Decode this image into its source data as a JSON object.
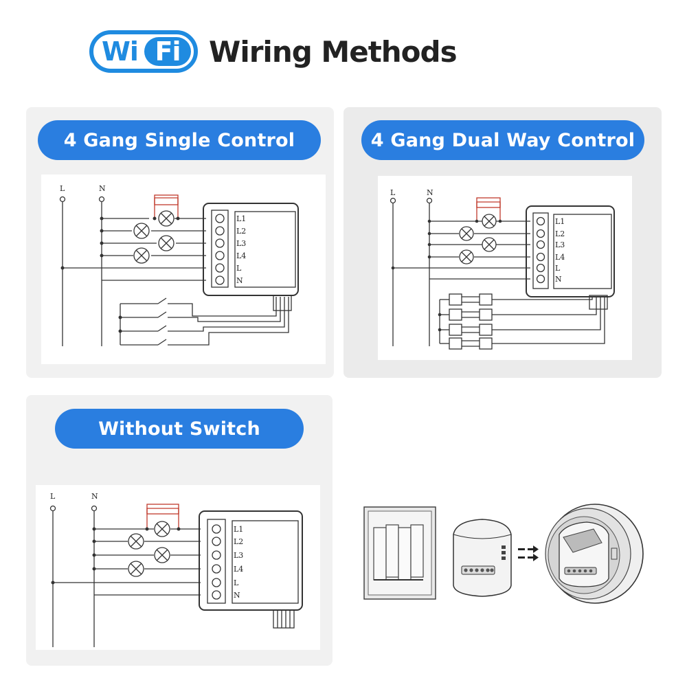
{
  "header": {
    "logo_left": "Wi",
    "logo_right": "Fi",
    "title": "Wiring Methods"
  },
  "colors": {
    "brand_blue": "#2a7ee0",
    "logo_blue": "#1f8be0",
    "panel_gray": "#f1f1f1",
    "relay_red": "#c0392b"
  },
  "sections": [
    {
      "id": "single",
      "label": "4 Gang Single Control"
    },
    {
      "id": "dual",
      "label": "4 Gang Dual Way Control"
    },
    {
      "id": "noswitch",
      "label": "Without Switch"
    }
  ],
  "diagram_labels": {
    "line": "L",
    "neutral": "N",
    "terminals": [
      "L1",
      "L2",
      "L3",
      "L4",
      "L",
      "N"
    ]
  },
  "icons": [
    "wifi-logo-icon",
    "relay-icon",
    "lamp-icon",
    "switch-icon",
    "wall-switch-icon",
    "relay-module-icon",
    "junction-box-icon",
    "arrow-right-icon"
  ]
}
